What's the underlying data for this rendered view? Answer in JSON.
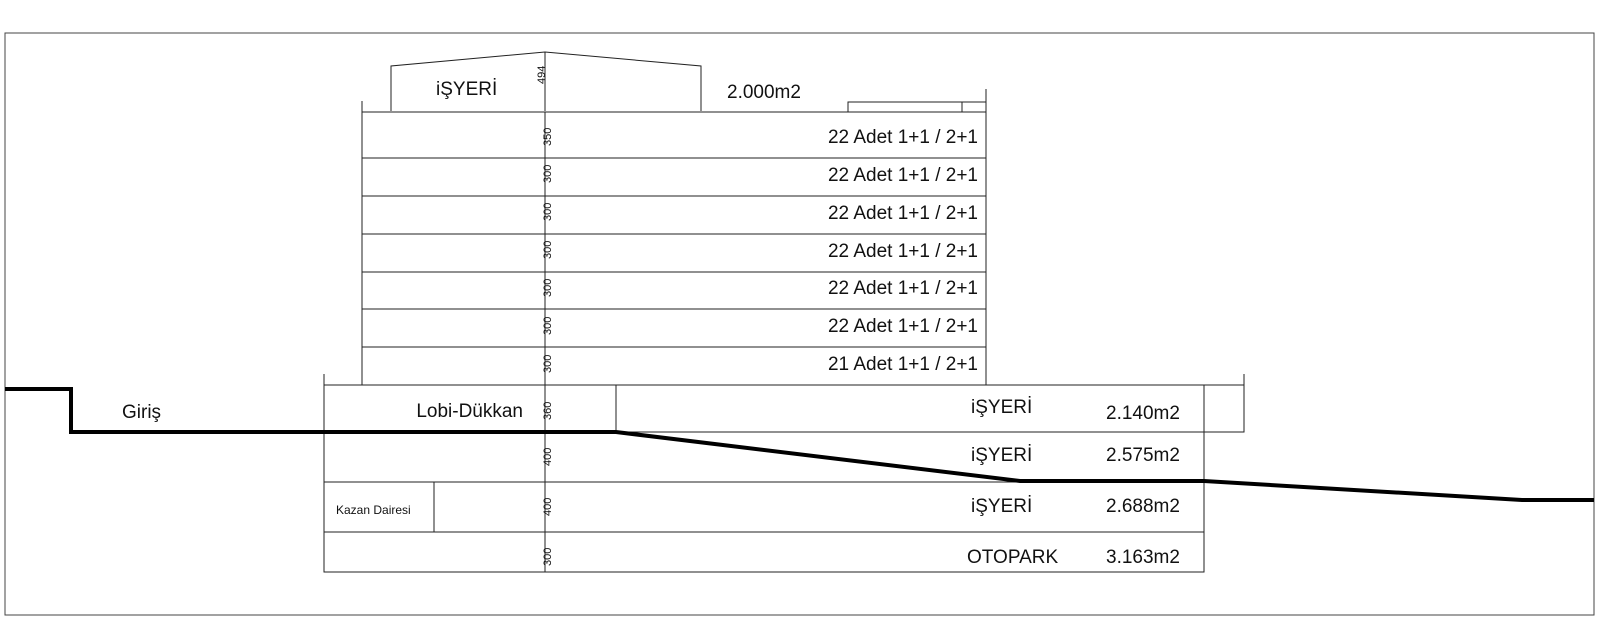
{
  "roof": {
    "label": "iŞYERİ",
    "height": "494",
    "area": "2.000m2"
  },
  "upper_floors": [
    {
      "height": "350",
      "label": "22 Adet 1+1 / 2+1"
    },
    {
      "height": "300",
      "label": "22 Adet 1+1 / 2+1"
    },
    {
      "height": "300",
      "label": "22 Adet 1+1 / 2+1"
    },
    {
      "height": "300",
      "label": "22 Adet 1+1 / 2+1"
    },
    {
      "height": "300",
      "label": "22 Adet 1+1 / 2+1"
    },
    {
      "height": "300",
      "label": "22 Adet 1+1 / 2+1"
    },
    {
      "height": "300",
      "label": "21 Adet 1+1 / 2+1"
    }
  ],
  "entrance_label": "Giriş",
  "lobby": {
    "label": "Lobi-Dükkan",
    "height": "360",
    "use": "iŞYERİ",
    "area": "2.140m2"
  },
  "basements": [
    {
      "height": "400",
      "use": "iŞYERİ",
      "area": "2.575m2",
      "room": ""
    },
    {
      "height": "400",
      "use": "iŞYERİ",
      "area": "2.688m2",
      "room": "Kazan Dairesi"
    },
    {
      "height": "300",
      "use": "OTOPARK",
      "area": "3.163m2",
      "room": ""
    }
  ]
}
